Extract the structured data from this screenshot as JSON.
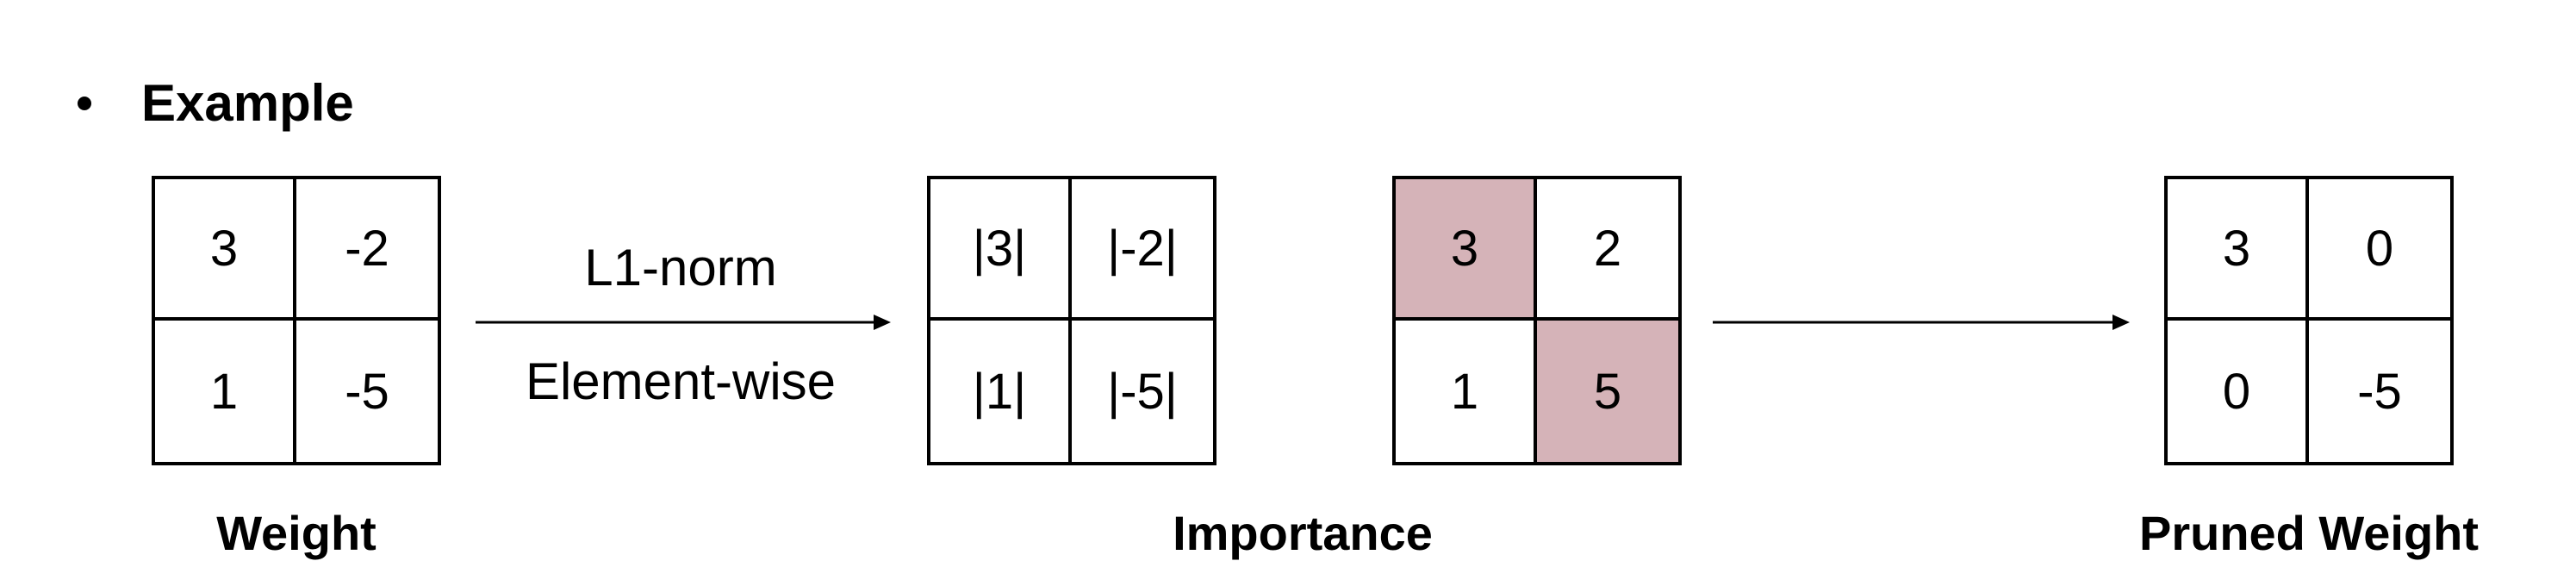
{
  "heading": "Example",
  "colors": {
    "highlight": "#d5b3b8",
    "line": "#000000"
  },
  "weight": {
    "label": "Weight",
    "cells": [
      [
        "3",
        "-2"
      ],
      [
        "1",
        "-5"
      ]
    ]
  },
  "abs_matrix": {
    "cells": [
      [
        "|3|",
        "|-2|"
      ],
      [
        "|1|",
        "|-5|"
      ]
    ]
  },
  "importance": {
    "label": "Importance",
    "cells": [
      [
        "3",
        "2"
      ],
      [
        "1",
        "5"
      ]
    ],
    "highlighted": [
      [
        true,
        false
      ],
      [
        false,
        true
      ]
    ]
  },
  "pruned": {
    "label": "Pruned Weight",
    "cells": [
      [
        "3",
        "0"
      ],
      [
        "0",
        "-5"
      ]
    ]
  },
  "operation": {
    "top": "L1-norm",
    "bottom": "Element-wise"
  }
}
